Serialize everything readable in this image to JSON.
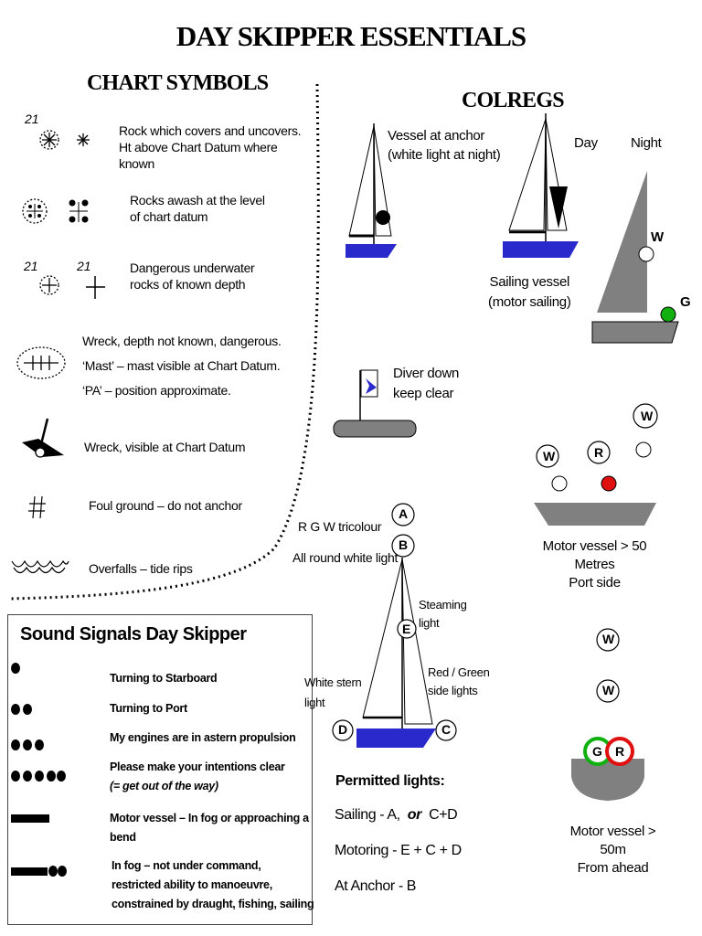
{
  "title": "DAY SKIPPER ESSENTIALS",
  "chart_symbols": {
    "heading": "CHART SYMBOLS",
    "items": [
      {
        "lines": [
          "Rock which covers and uncovers.",
          "Ht above Chart Datum where",
          "known"
        ],
        "sub_label": "21"
      },
      {
        "lines": [
          "Rocks awash at the level",
          "of chart datum"
        ]
      },
      {
        "lines": [
          "Dangerous underwater",
          "rocks of known depth"
        ],
        "sub_label_a": "21",
        "sub_label_b": "21"
      },
      {
        "lines": [
          "Wreck, depth not known, dangerous.",
          "‘Mast’ – mast visible at Chart Datum.",
          "‘PA’ – position approximate."
        ]
      },
      {
        "lines": [
          "Wreck, visible at Chart Datum"
        ]
      },
      {
        "lines": [
          "Foul ground – do not anchor"
        ]
      },
      {
        "lines": [
          "Overfalls – tide rips"
        ]
      }
    ]
  },
  "colregs": {
    "heading": "COLREGS",
    "anchor": [
      "Vessel at anchor",
      "(white light at night)"
    ],
    "day_label": "Day",
    "night_label": "Night",
    "sailing_motor": [
      "Sailing vessel",
      "(motor sailing)"
    ],
    "light_w": "W",
    "light_g": "G",
    "light_r": "R",
    "diver": [
      "Diver down",
      "keep clear"
    ],
    "motor50_port": [
      "Motor vessel > 50 Metres",
      "Port side"
    ],
    "tricolour_label": "R G  W  tricolour",
    "allround_label": "All round white light",
    "letter_a": "A",
    "letter_b": "B",
    "letter_c": "C",
    "letter_d": "D",
    "letter_e": "E",
    "steaming": [
      "Steaming",
      "light"
    ],
    "side_lights": [
      "Red / Green",
      "side lights"
    ],
    "white_stern": [
      "White stern",
      "light"
    ],
    "permitted_title": "Permitted lights:",
    "sailing_lights_a": "Sailing - A,",
    "sailing_lights_or": "or",
    "sailing_lights_b": "C+D",
    "motoring_lights": "Motoring - E + C + D",
    "anchor_lights": "At Anchor - B",
    "motor50_ahead": [
      "Motor vessel > 50m",
      "From ahead"
    ]
  },
  "sound_signals": {
    "title": "Sound Signals Day Skipper",
    "items": [
      {
        "lines": [
          "Turning to Starboard"
        ]
      },
      {
        "lines": [
          "Turning to Port"
        ]
      },
      {
        "lines": [
          "My engines are in astern propulsion"
        ]
      },
      {
        "lines": [
          "Please make your intentions clear",
          "(= get out of the way)"
        ]
      },
      {
        "lines": [
          "Motor vessel – In fog or approaching a",
          "bend"
        ]
      },
      {
        "lines": [
          "In fog – not under command,",
          "restricted ability to manoeuvre,",
          "constrained by draught,  fishing, sailing"
        ]
      }
    ]
  },
  "colors": {
    "hull_blue": "#2a2acc",
    "grey": "#808080",
    "red": "#e01010",
    "green": "#10b010"
  }
}
